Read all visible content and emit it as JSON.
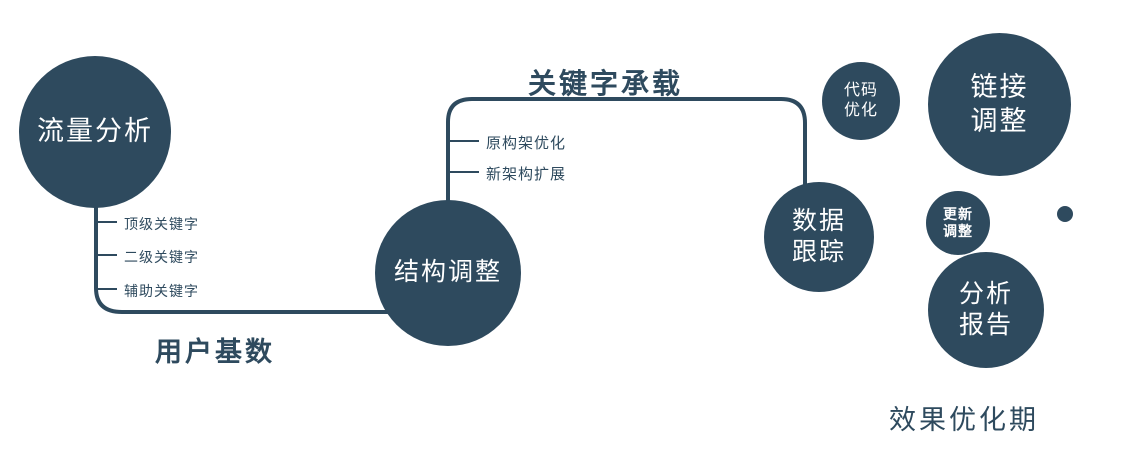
{
  "colors": {
    "primary": "#2e4a5e",
    "text_on_circle": "#ffffff",
    "background": "#ffffff"
  },
  "nodes": {
    "traffic_analysis": {
      "label": "流量分析"
    },
    "structure_adjustment": {
      "label": "结构调整"
    },
    "data_tracking": {
      "line1": "数据",
      "line2": "跟踪"
    },
    "code_optimization": {
      "line1": "代码",
      "line2": "优化"
    },
    "link_adjustment": {
      "line1": "链接",
      "line2": "调整"
    },
    "update_adjustment": {
      "line1": "更新",
      "line2": "调整"
    },
    "analysis_report": {
      "line1": "分析",
      "line2": "报告"
    }
  },
  "edge_labels": {
    "user_base": "用户基数",
    "keyword_carrying": "关键字承载"
  },
  "branch_labels": {
    "top_keywords": "顶级关键字",
    "secondary_keywords": "二级关键字",
    "auxiliary_keywords": "辅助关键字",
    "original_architecture_optimization": "原构架优化",
    "new_architecture_expansion": "新架构扩展"
  },
  "caption": "效果优化期"
}
